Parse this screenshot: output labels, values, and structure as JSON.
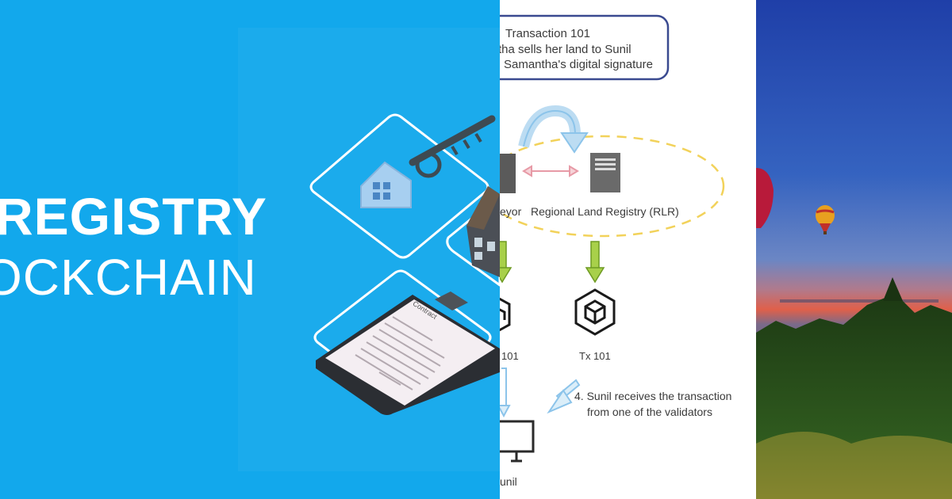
{
  "panel_left": {
    "title_line1": "REGISTRY",
    "title_line2": "OCKCHAIN",
    "contract_label": "Contract",
    "colors": {
      "background": "#12a8ec",
      "accent": "#ffffff"
    }
  },
  "panel_center": {
    "box_line1": "Transaction 101",
    "box_line2": "tha sells her land to Sunil",
    "box_line3": "Samantha's digital signature",
    "surveyor_label": "eyor",
    "rlr_label": "Regional Land Registry (RLR)",
    "tx_left_label": "101",
    "tx_right_label": "Tx 101",
    "step4_line1": "4. Sunil receives the transaction",
    "step4_line2": "from one of the validators",
    "sunil_label": "unil",
    "colors": {
      "box_border": "#3a4a90",
      "dashed_ellipse": "#f2d25a",
      "green_arrow": "#8dbb2e",
      "blue_arrow": "#8cc4ea",
      "pink_arrow": "#e79aa6"
    }
  },
  "panel_right": {
    "colors": {
      "sky_top": "#1f3fa8",
      "sky_mid": "#4a7fd0",
      "sunset": "#e0604a",
      "forest": "#1d3a14"
    }
  }
}
